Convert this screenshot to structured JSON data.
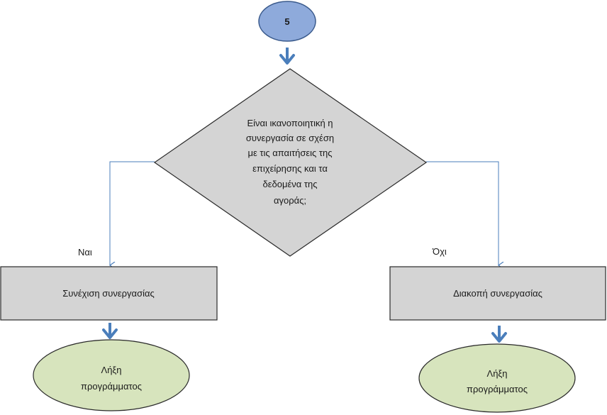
{
  "diagram": {
    "connector": {
      "label": "5",
      "fill": "#8eaadb",
      "stroke": "#3a5a8c"
    },
    "decision": {
      "lines": [
        "Είναι ικανοποιητική η",
        "συνεργασία σε σχέση",
        "με τις απαιτήσεις της",
        "επιχείρησης και τα",
        "δεδομένα της",
        "αγοράς;"
      ],
      "fill": "#d4d4d4",
      "stroke": "#2a2a2a"
    },
    "branches": {
      "yes_label": "Ναι",
      "no_label": "Όχι"
    },
    "process_left": {
      "label": "Συνέχιση συνεργασίας",
      "fill": "#d4d4d4"
    },
    "process_right": {
      "label": "Διακοπή συνεργασίας",
      "fill": "#d4d4d4"
    },
    "end_left": {
      "lines": [
        "Λήξη",
        "προγράμματος"
      ],
      "fill": "#d7e4bd"
    },
    "end_right": {
      "lines": [
        "Λήξη",
        "προγράμματος"
      ],
      "fill": "#d7e4bd"
    },
    "colors": {
      "thick_arrow": "#4a7ebb",
      "thin_line": "#4a7ebb"
    }
  }
}
